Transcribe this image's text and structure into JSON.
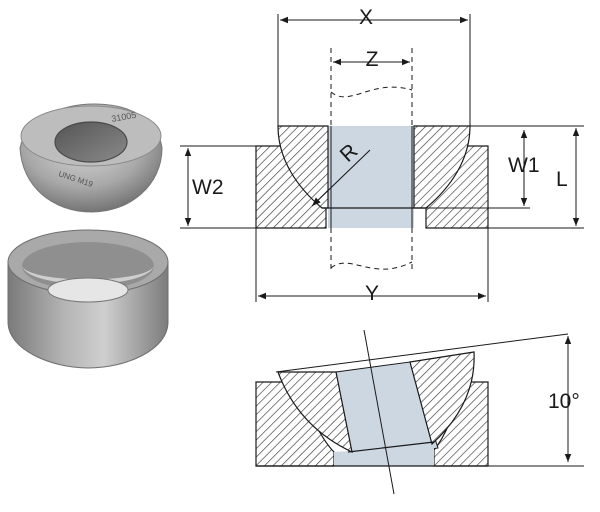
{
  "labels": {
    "x": "X",
    "z": "Z",
    "r": "R",
    "w1": "W1",
    "w2": "W2",
    "l": "L",
    "y": "Y",
    "angle": "10°"
  },
  "photo_text": {
    "ring_engraving_top": "31005",
    "ring_engraving_side": "UNG M19"
  },
  "colors": {
    "outline": "#1a1a1a",
    "hatch": "#3a3a3a",
    "shaft": "#ccd7e2",
    "metal_light": "#c4c4c4",
    "metal_dark": "#6e6e6e"
  }
}
